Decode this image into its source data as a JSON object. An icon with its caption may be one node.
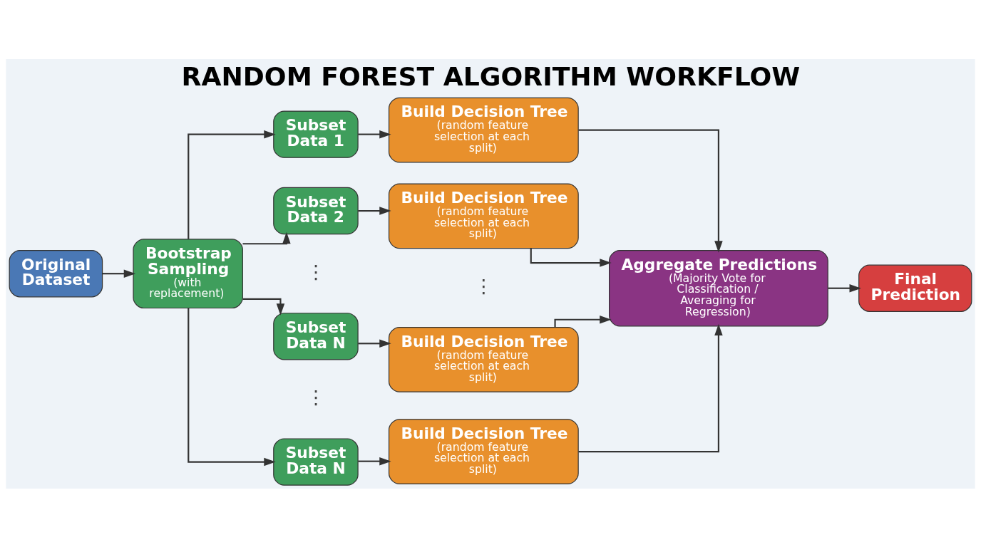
{
  "diagram": {
    "title": "RANDOM FOREST ALGORITHM WORKFLOW",
    "nodes": [
      {
        "text": [
          "Original Dataset"
        ]
      },
      {
        "text": [
          "Bootstrap Sampling",
          "(with replacement)"
        ]
      },
      {
        "text": [
          "Subset Data 1"
        ]
      },
      {
        "text": [
          "Subset Data 2"
        ]
      },
      {
        "text": [
          "Subset Data N"
        ]
      },
      {
        "text": [
          "Subset Data N"
        ]
      },
      {
        "text": [
          "Build Decision Tree",
          "(random feature selection at each split)"
        ]
      },
      {
        "text": [
          "Build Decision Tree",
          "(random feature selection at each split)"
        ]
      },
      {
        "text": [
          "Build Decision Tree",
          "(random feature selection at each split)"
        ]
      },
      {
        "text": [
          "Build Decision Tree",
          "(random feature selection at each split)"
        ]
      },
      {
        "text": [
          "Aggregate Predictions",
          "(Majority Vote for Classification / Averaging for Regression)"
        ]
      },
      {
        "text": [
          "Final Prediction"
        ]
      }
    ],
    "edges": [
      {
        "from": 0,
        "to": 1,
        "arrow": "to"
      },
      {
        "from": 1,
        "to": 2,
        "arrow": "to"
      },
      {
        "from": 1,
        "to": 3,
        "arrow": "to"
      },
      {
        "from": 1,
        "to": 4,
        "arrow": "to"
      },
      {
        "from": 1,
        "to": 5,
        "arrow": "to"
      },
      {
        "from": 2,
        "to": 6,
        "arrow": "to"
      },
      {
        "from": 3,
        "to": 7,
        "arrow": "to"
      },
      {
        "from": 4,
        "to": 8,
        "arrow": "to"
      },
      {
        "from": 5,
        "to": 9,
        "arrow": "to"
      },
      {
        "from": 6,
        "to": 10,
        "arrow": "to"
      },
      {
        "from": 7,
        "to": 10,
        "arrow": "to"
      },
      {
        "from": 8,
        "to": 10,
        "arrow": "to"
      },
      {
        "from": 9,
        "to": 10,
        "arrow": "to"
      },
      {
        "from": 10,
        "to": 11,
        "arrow": "to"
      }
    ],
    "labels": [
      "⋮",
      "⋮",
      "⋮"
    ]
  }
}
